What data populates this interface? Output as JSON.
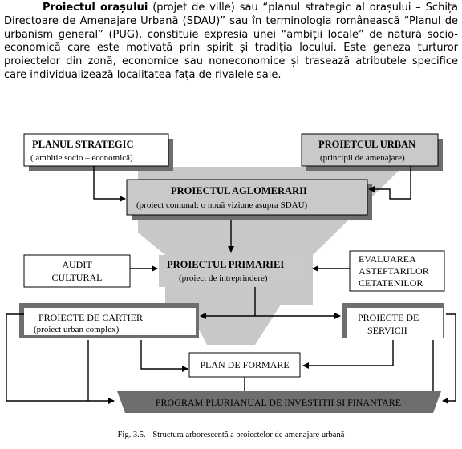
{
  "paragraph": {
    "term_bold": "Proiectul orașului",
    "rest": " (projet de ville) sau “planul strategic al orașului – Schița Directoare de Amenajare Urbană (SDAU)” sau în terminologia românească “Planul de urbanism general” (PUG), constituie expresia unei “ambiții locale” de natură socio-economică care este motivată prin spirit și tradiția locului. Este geneza turturor proiectelor din zonă, economice sau noneconomice și trasează atributele specifice care individualizează localitatea fața de rivalele sale."
  },
  "diagram": {
    "planul_strategic": {
      "title": "PLANUL STRATEGIC",
      "subtitle": "( ambitie socio – economică)"
    },
    "proiectul_urban": {
      "title": "PROIETCUL URBAN",
      "subtitle": "(principii de amenajare)"
    },
    "proiectul_aglomerarii": {
      "title": "PROIECTUL AGLOMERARII",
      "subtitle": "(proiect comunal: o nouă viziune asupra SDAU)"
    },
    "audit_cultural": {
      "line1": "AUDIT",
      "line2": "CULTURAL"
    },
    "proiectul_primariei": {
      "title": "PROIECTUL PRIMARIEI",
      "subtitle": "(proiect de intreprindere)"
    },
    "evaluarea": {
      "line1": "EVALUAREA",
      "line2": "ASTEPTARILOR",
      "line3": "CETATENILOR"
    },
    "proiecte_cartier": {
      "title": "PROIECTE DE CARTIER",
      "subtitle": "(proiect urban complex)"
    },
    "proiecte_servicii": {
      "line1": "PROIECTE DE",
      "line2": "SERVICII"
    },
    "plan_formare": {
      "label": "PLAN DE FORMARE"
    },
    "program": {
      "label": "PROGRAM PLURIANUAL DE INVESTITII SI FINANTARE"
    }
  },
  "caption": "Fig. 3.5. - Structura arborescentă a proiectelor de amenajare urbană",
  "colors": {
    "funnel": "#c8c8c8",
    "box_gray": "#c9c9c9",
    "shadow": "#6e6e6e",
    "line": "#000000"
  }
}
